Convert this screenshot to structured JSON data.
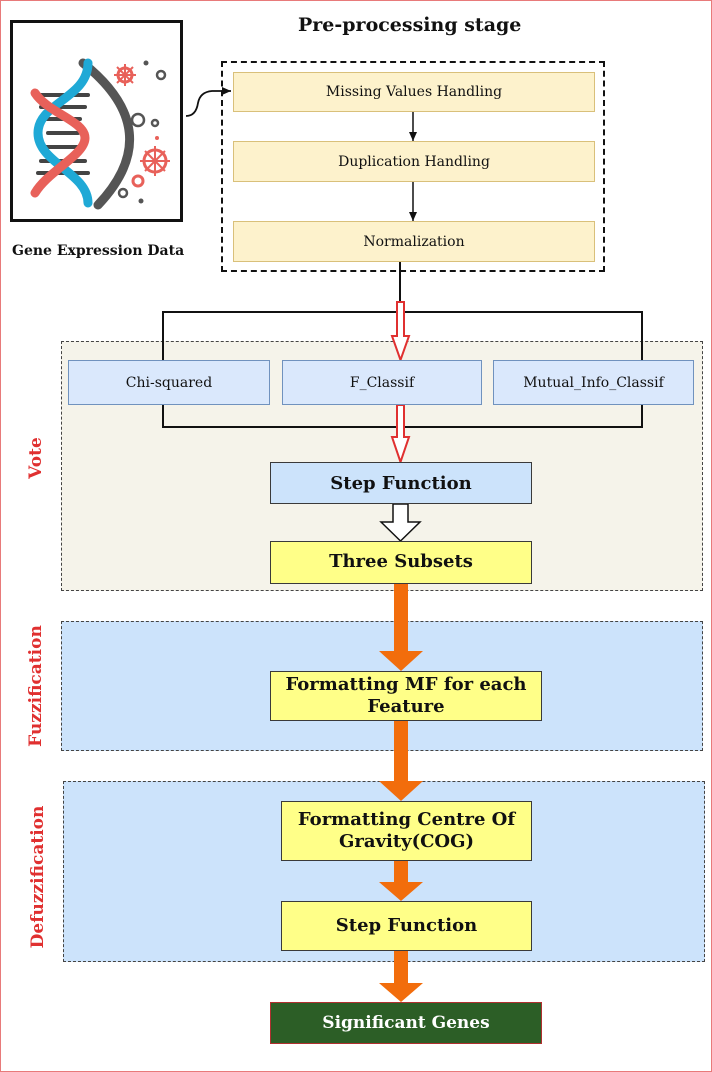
{
  "title": "Pre-processing stage",
  "source_label": "Gene Expression Data",
  "preprocessing_steps": [
    "Missing Values Handling",
    "Duplication Handling",
    "Normalization"
  ],
  "feature_selectors": [
    "Chi-squared",
    "F_Classif",
    "Mutual_Info_Classif"
  ],
  "stages": {
    "vote": {
      "label": "Vote",
      "step_function": "Step Function",
      "three_subsets": "Three Subsets"
    },
    "fuzzification": {
      "label": "Fuzzification",
      "formatting_mf": "Formatting MF for each Feature"
    },
    "defuzzification": {
      "label": "Defuzzification",
      "formatting_cog": "Formatting Centre Of Gravity(COG)",
      "step_function": "Step Function"
    }
  },
  "output": "Significant Genes",
  "colors": {
    "frame": "#e87a7a",
    "stage_label": "#e03030",
    "flow_arrow": "#f26d0c",
    "vote_region": "#f5f3ea",
    "fuzzy_region": "#cce3fb",
    "output_fill": "#2c5e26"
  }
}
